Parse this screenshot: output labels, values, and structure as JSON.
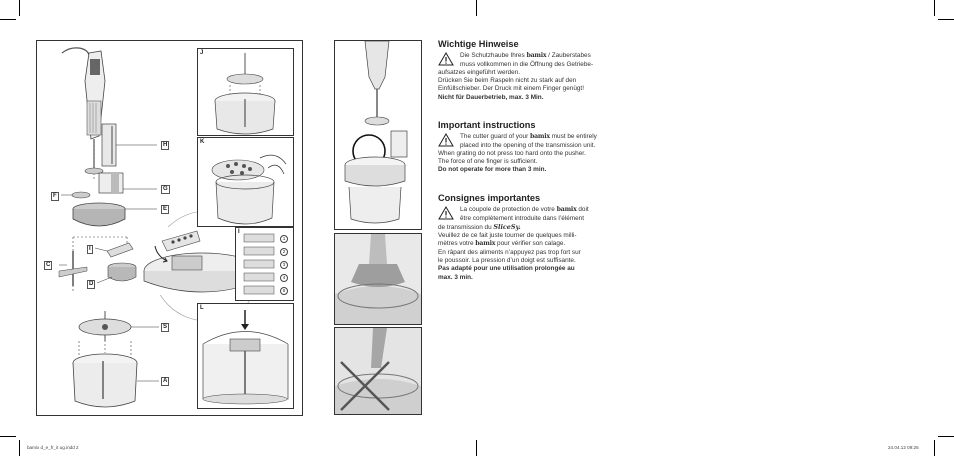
{
  "figure_labels": {
    "H": "H",
    "G": "G",
    "F": "F",
    "E": "E",
    "I": "I",
    "C": "C",
    "D": "D",
    "S": "S",
    "A": "A",
    "panel_j": "J",
    "panel_k": "K",
    "panel_i": "I",
    "panel_l": "L",
    "nums": [
      "1",
      "2",
      "3",
      "4",
      "5"
    ]
  },
  "de": {
    "title": "Wichtige Hinweise",
    "l1a": "Die Schutzhaube Ihres ",
    "brand": "bamix",
    "l1b": " / Zauberstabes",
    "l2": "muss vollkommen in die Öffnung des Getriebe-",
    "l3": "aufsatzes eingeführt werden.",
    "l4": "Drücken Sie beim Raspeln nicht zu stark auf den",
    "l5": "Einfüllschieber. Der Druck mit einem Finger genügt!",
    "l6": "Nicht für Dauerbetrieb, max. 3 Min."
  },
  "en": {
    "title": "Important instructions",
    "l1a": "The cutter guard of your ",
    "brand": "bamix",
    "l1b": " must be entirely",
    "l2": "placed into the opening of the transmission unit.",
    "l3": "When grating do not press too hard onto the pusher.",
    "l4": "The force of one finger is sufficient.",
    "l5": "Do not operate for more than 3 min."
  },
  "fr": {
    "title": "Consignes importantes",
    "l1a": "La coupole de protection de votre ",
    "brand": "bamix",
    "l1b": " doit",
    "l2": "être complètement introduite dans l’élément",
    "l3a": "de transmission du ",
    "slicesy": "SliceSy.",
    "l4": "Veuillez de ce fait juste tourner de quelques milli-",
    "l5a": "mètres votre ",
    "l5b": " pour vérifier son calage.",
    "l6": "En râpant des aliments n’appuyez pas trop fort sur",
    "l7": "le poussoir. La pression d’un doigt est suffisante.",
    "l8": "Pas adapté pour une utilisation prolongée au",
    "l9": "max. 3 min."
  },
  "footer": {
    "left": "bamix d_e_fr_it ug.indd 2",
    "right": "24.04.12 09:26"
  }
}
